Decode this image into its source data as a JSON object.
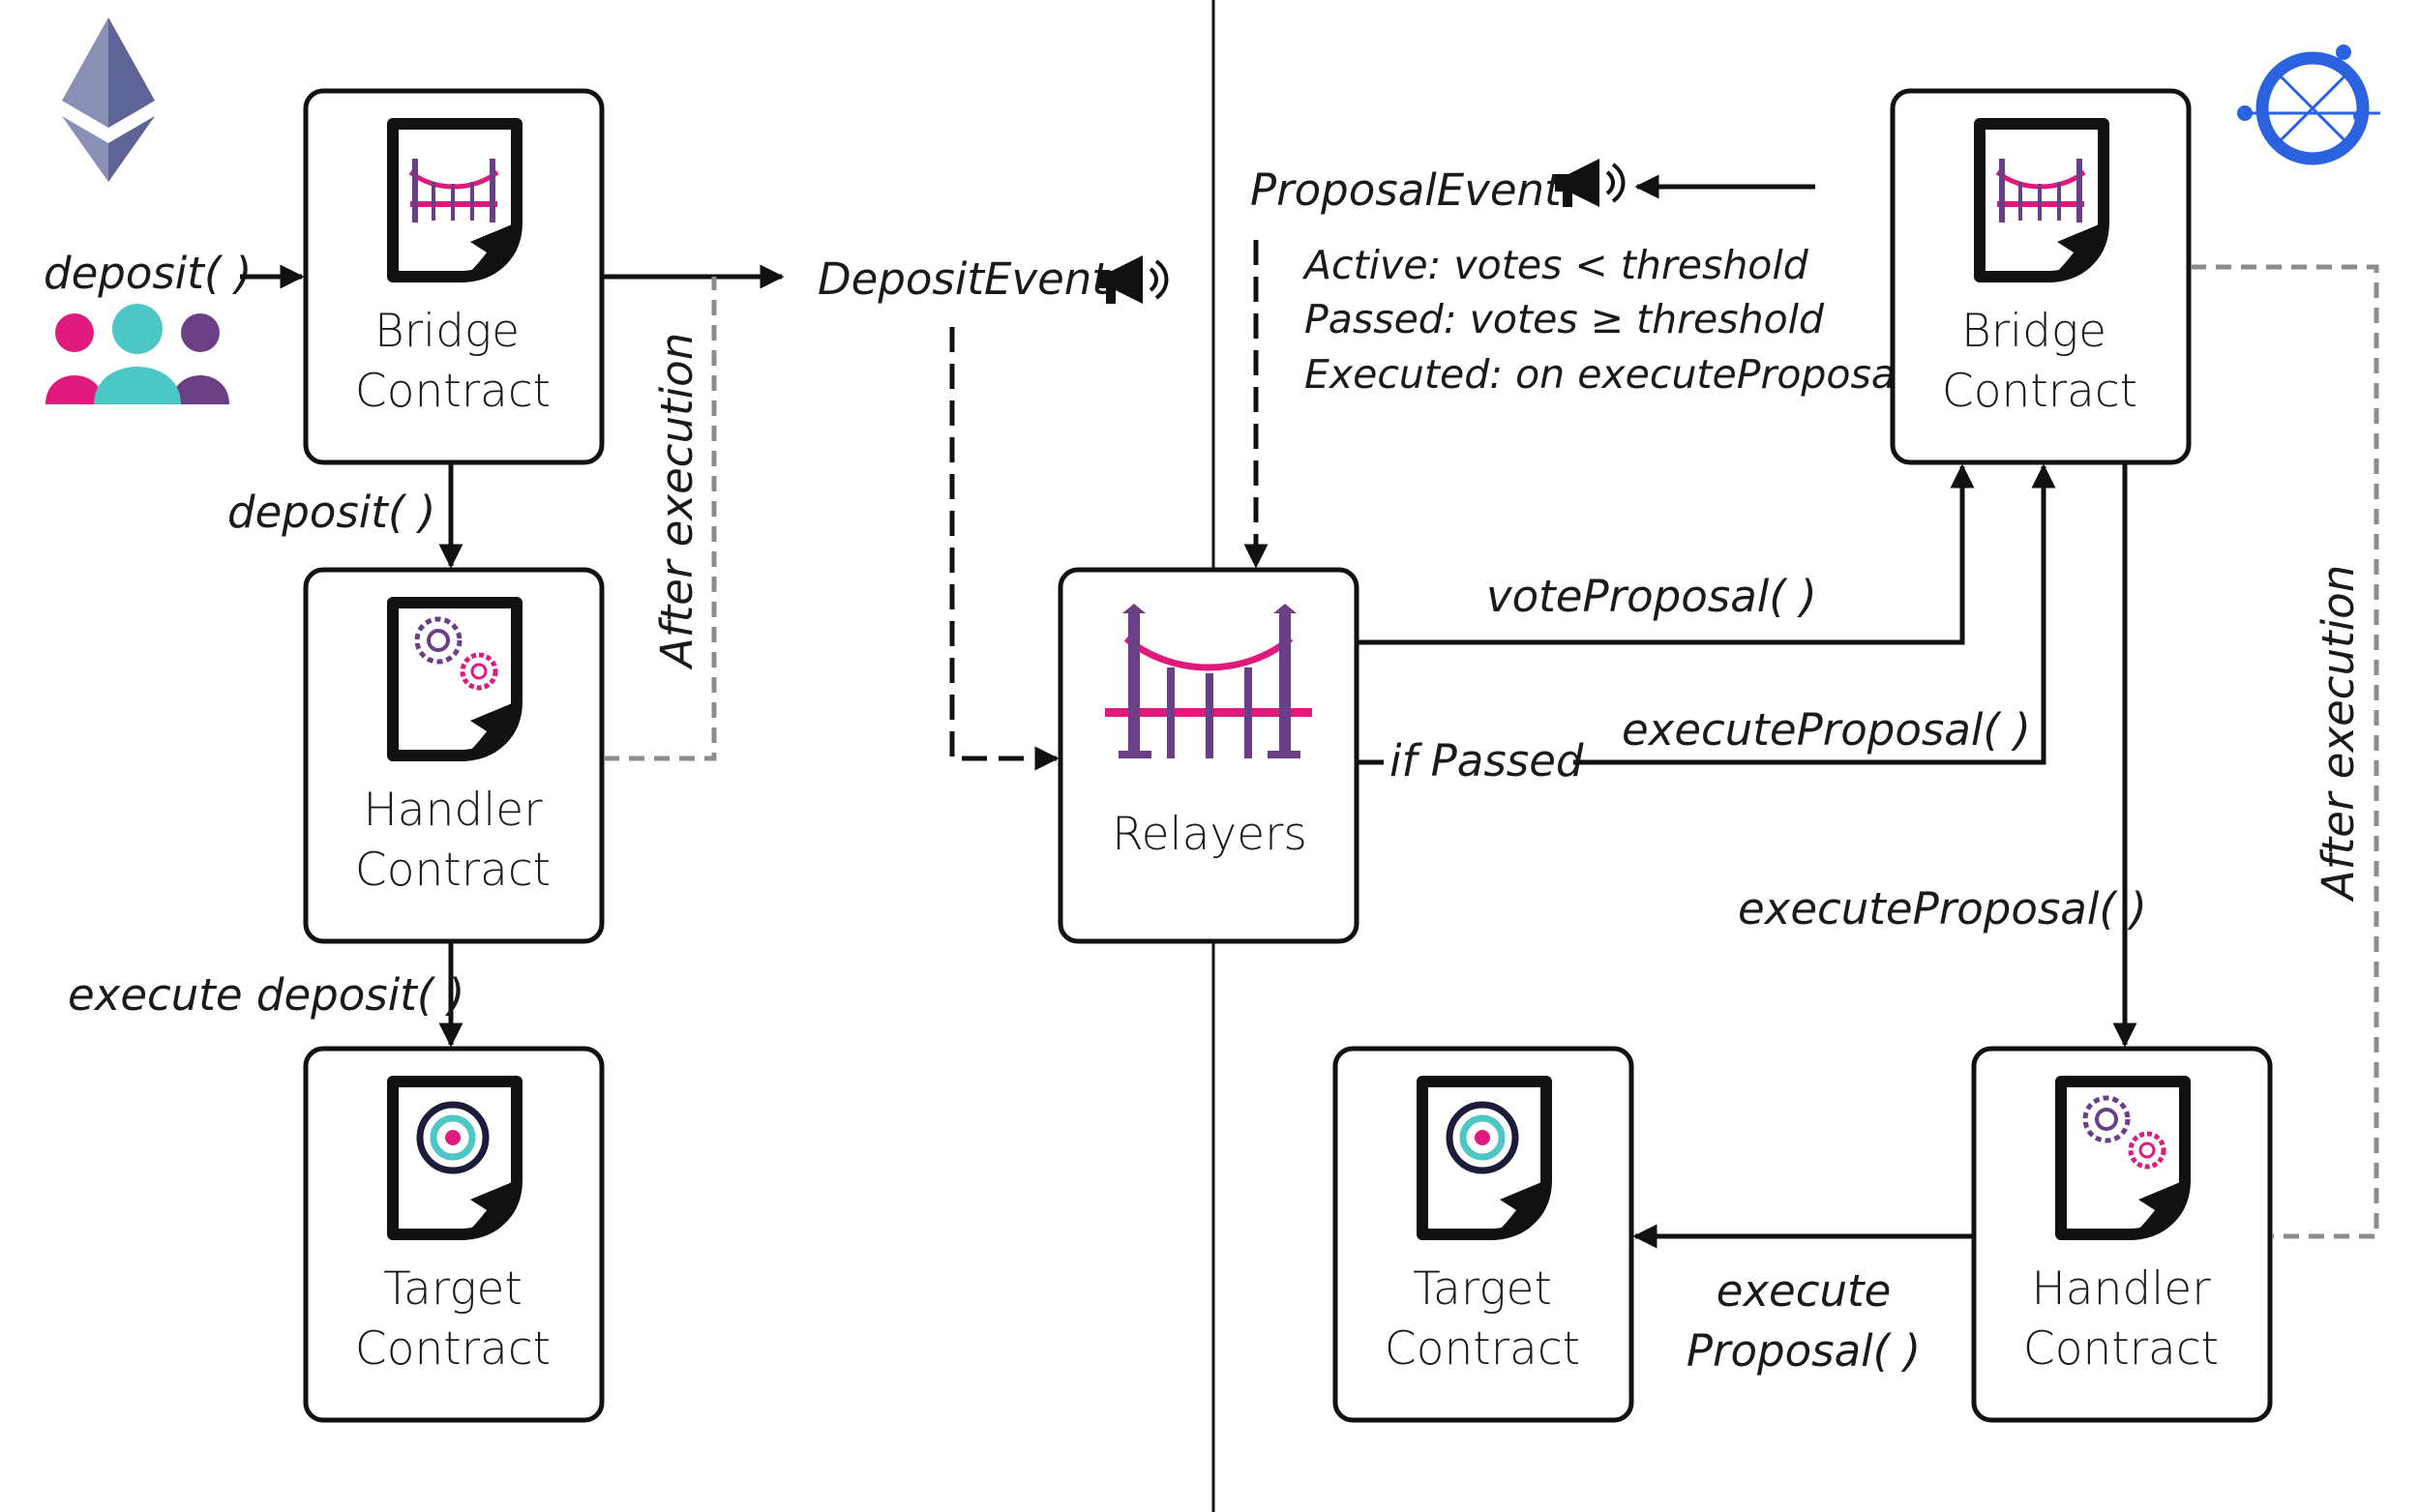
{
  "colors": {
    "magenta": "#e0197d",
    "purple": "#6b3f86",
    "teal": "#4dc6c6",
    "blue": "#2a62e0",
    "eth_gray": "#8a8fb5",
    "dash_gray": "#8c8c8c",
    "ink": "#111111"
  },
  "icons": {
    "ethereum": "ethereum-logo-icon",
    "chain_b": "chain-b-logo-icon",
    "users": "users-group-icon",
    "bridge_doc": "bridge-document-icon",
    "handler_doc": "gears-document-icon",
    "target_doc": "target-document-icon",
    "relayers": "bridge-icon",
    "megaphone": "megaphone-icon"
  },
  "left_chain": {
    "bridge": {
      "line1": "Bridge",
      "line2": "Contract"
    },
    "handler": {
      "line1": "Handler",
      "line2": "Contract"
    },
    "target": {
      "line1": "Target",
      "line2": "Contract"
    },
    "user_call": "deposit( )",
    "bridge_to_handler": "deposit( )",
    "handler_to_target": "execute deposit( )",
    "after_execution": "After execution"
  },
  "events": {
    "deposit_event": "DepositEvent",
    "proposal_event": "ProposalEvent"
  },
  "relayers": {
    "label": "Relayers"
  },
  "proposal_states": [
    "Active: votes < threshold",
    "Passed: votes ≥ threshold",
    "Executed: on executeProposal"
  ],
  "right_chain": {
    "bridge": {
      "line1": "Bridge",
      "line2": "Contract"
    },
    "handler": {
      "line1": "Handler",
      "line2": "Contract"
    },
    "target": {
      "line1": "Target",
      "line2": "Contract"
    },
    "vote_call": "voteProposal( )",
    "if_passed": "if Passed",
    "execute_call": "executeProposal( )",
    "bridge_to_handler": "executeProposal( )",
    "handler_to_target_line1": "execute",
    "handler_to_target_line2": "Proposal( )",
    "after_execution": "After execution"
  }
}
